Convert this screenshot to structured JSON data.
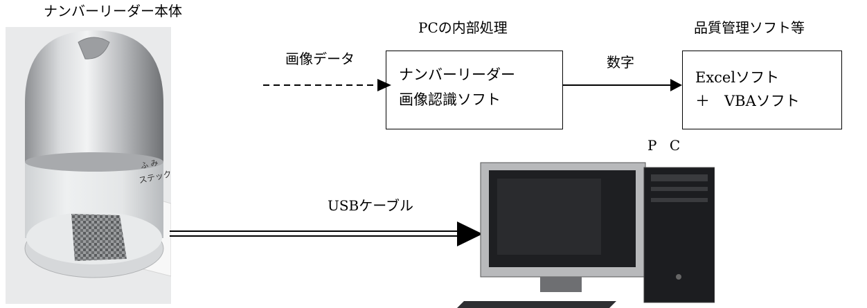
{
  "device": {
    "title": "ナンバーリーダー本体",
    "card_text_1": "ふ み",
    "card_text_2": "ステック"
  },
  "pc_internal": {
    "title": "PCの内部処理"
  },
  "quality_mgmt": {
    "title": "品質管理ソフト等"
  },
  "arrows": {
    "image_data": "画像データ",
    "digits": "数字",
    "usb_cable": "USBケーブル"
  },
  "box_recognition": {
    "line1": "ナンバーリーダー",
    "line2": "画像認識ソフト"
  },
  "box_excel": {
    "line1": "Excelソフト",
    "line2": "＋　VBAソフト"
  },
  "pc": {
    "label": "P C"
  }
}
